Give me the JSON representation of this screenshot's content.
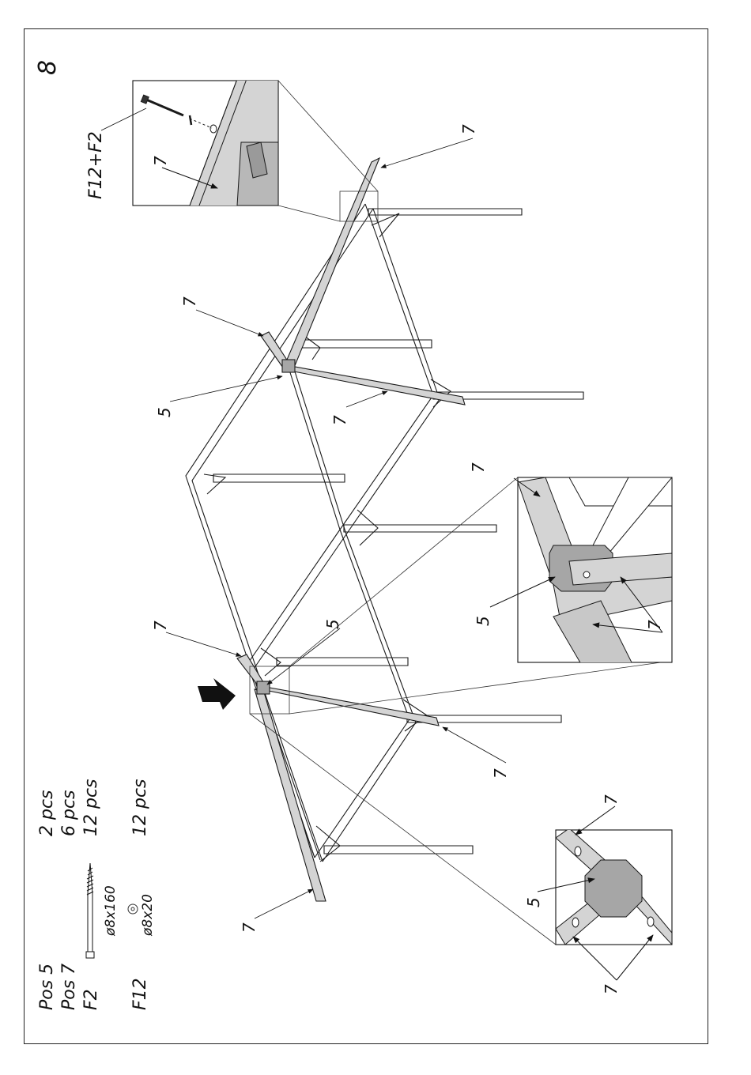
{
  "step_number": "8",
  "parts_list": {
    "rows": [
      {
        "pos": "Pos 5",
        "dim": "",
        "qty": "2 pcs"
      },
      {
        "pos": "Pos 7",
        "dim": "",
        "qty": "6 pcs"
      },
      {
        "pos": "F2",
        "dim": "ø8x160",
        "qty": "12 pcs"
      },
      {
        "pos": "F12",
        "dim": "ø8x20",
        "qty": "12 pcs"
      }
    ]
  },
  "callouts": {
    "part7": "7",
    "part5": "5",
    "fastener": "F12+F2"
  },
  "colors": {
    "line": "#1a1a1a",
    "highlight_part": "#d4d4d4",
    "connector": "#a6a6a6",
    "background": "#ffffff"
  },
  "icons": [
    "assembly-direction-arrow-icon",
    "lag-screw-icon",
    "washer-icon"
  ]
}
